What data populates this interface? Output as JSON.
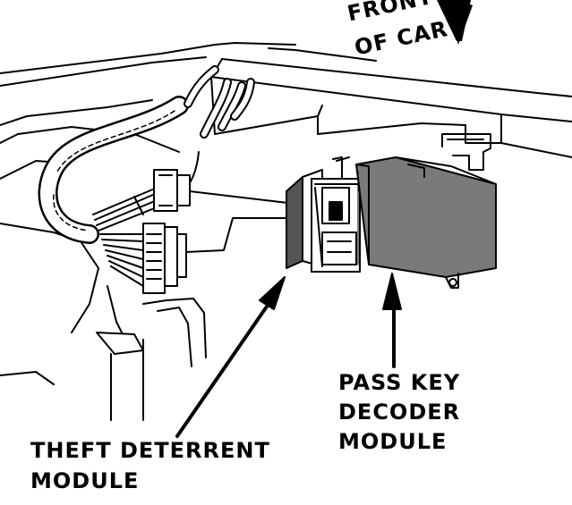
{
  "diagram": {
    "labels": {
      "front_of_car": [
        "FRONT",
        "OF CAR"
      ],
      "pass_key": [
        "PASS KEY",
        "DECODER",
        "MODULE"
      ],
      "theft": [
        "THEFT DETERRENT",
        "MODULE"
      ]
    },
    "colors": {
      "ink": "#000000",
      "paper": "#ffffff"
    }
  }
}
